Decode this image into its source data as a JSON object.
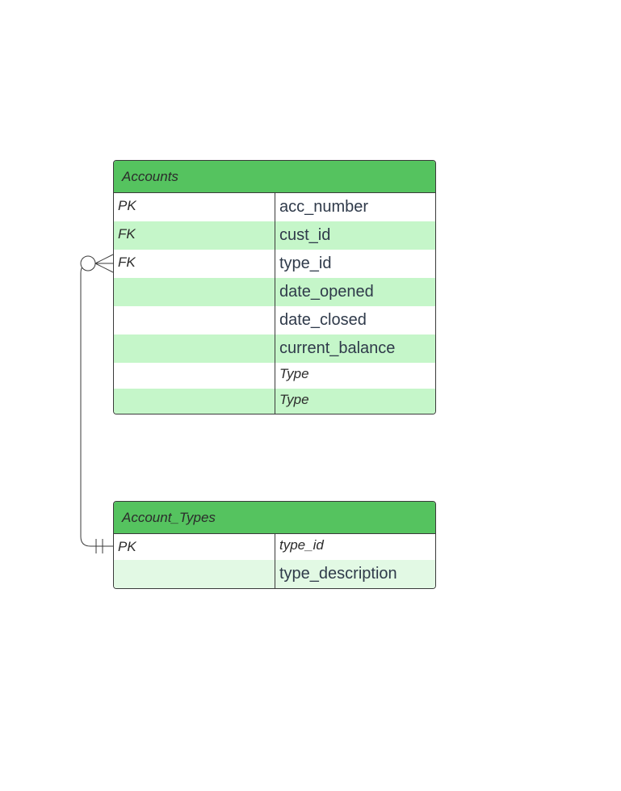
{
  "entities": {
    "accounts": {
      "title": "Accounts",
      "rows": [
        {
          "key": "PK",
          "field": "acc_number"
        },
        {
          "key": "FK",
          "field": "cust_id"
        },
        {
          "key": "FK",
          "field": "type_id"
        },
        {
          "key": "",
          "field": "date_opened"
        },
        {
          "key": "",
          "field": "date_closed"
        },
        {
          "key": "",
          "field": "current_balance"
        },
        {
          "key": "",
          "field": "Type"
        },
        {
          "key": "",
          "field": "Type"
        }
      ]
    },
    "account_types": {
      "title": "Account_Types",
      "rows": [
        {
          "key": "PK",
          "field": "type_id"
        },
        {
          "key": "",
          "field": "type_description"
        }
      ]
    }
  },
  "relationship": {
    "from": "Account_Types.type_id",
    "to": "Accounts.type_id",
    "from_cardinality": "one-and-only-one",
    "to_cardinality": "zero-or-many"
  },
  "colors": {
    "header": "#55c35f",
    "row_shade": "#c5f6c9",
    "row_shade_light": "#e2f9e4",
    "border": "#3a3a3a"
  }
}
